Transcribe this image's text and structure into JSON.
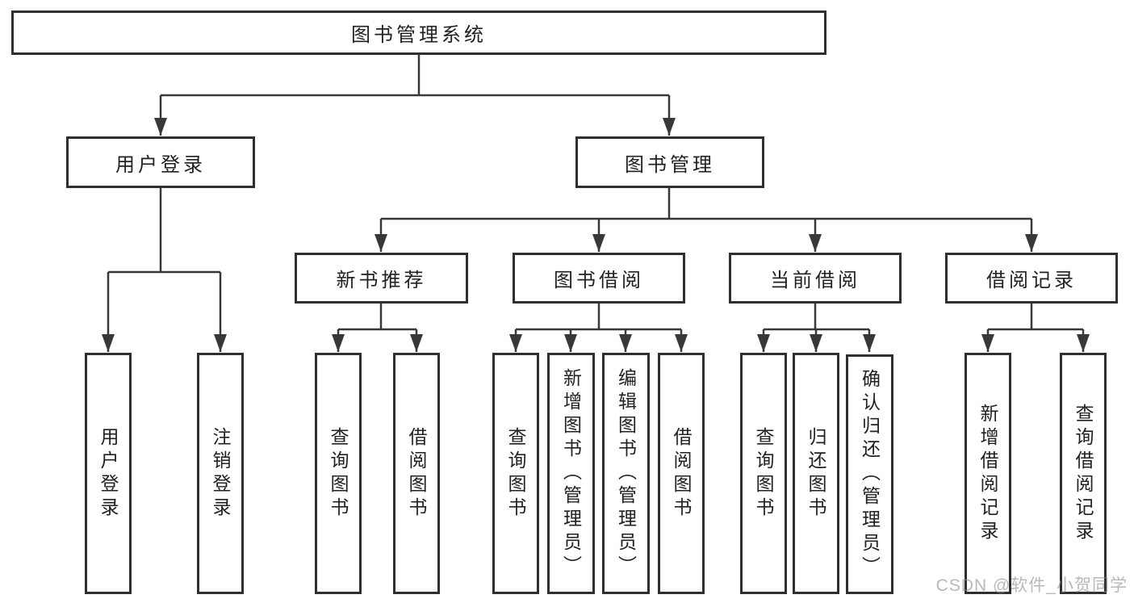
{
  "root": {
    "label": "图书管理系统"
  },
  "user_login": {
    "label": "用户登录",
    "children": [
      {
        "label": "用户登录"
      },
      {
        "label": "注销登录"
      }
    ]
  },
  "book_mgmt": {
    "label": "图书管理",
    "children": [
      {
        "label": "新书推荐",
        "children": [
          {
            "label": "查询图书"
          },
          {
            "label": "借阅图书"
          }
        ]
      },
      {
        "label": "图书借阅",
        "children": [
          {
            "label": "查询图书"
          },
          {
            "label": "新增图书（管理员）"
          },
          {
            "label": "编辑图书（管理员）"
          },
          {
            "label": "借阅图书"
          }
        ]
      },
      {
        "label": "当前借阅",
        "children": [
          {
            "label": "查询图书"
          },
          {
            "label": "归还图书"
          },
          {
            "label": "确认归还（管理员）"
          }
        ]
      },
      {
        "label": "借阅记录",
        "children": [
          {
            "label": "新增借阅记录"
          },
          {
            "label": "查询借阅记录"
          }
        ]
      }
    ]
  },
  "watermark": "CSDN @软件_小贺同学",
  "colors": {
    "line": "#383838",
    "border": "#2f2f2f",
    "text": "#212121",
    "watermark": "#8c8c8c",
    "background": "#ffffff"
  }
}
